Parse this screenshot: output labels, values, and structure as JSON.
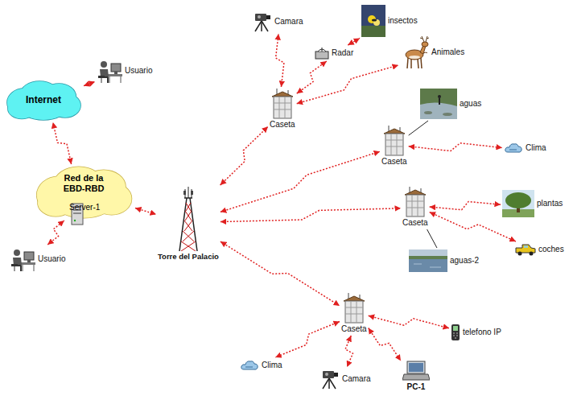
{
  "diagram": {
    "nodes": [
      {
        "text": [
          "Camara"
        ]
      },
      {
        "text": [
          "insectos"
        ]
      },
      {
        "text": [
          "Radar"
        ]
      },
      {
        "text": [
          "Animales"
        ]
      },
      {
        "text": [
          "Internet"
        ]
      },
      {
        "text": [
          "Usuario"
        ]
      },
      {
        "text": [
          "Caseta"
        ]
      },
      {
        "text": [
          "aguas"
        ]
      },
      {
        "text": [
          "Caseta"
        ]
      },
      {
        "text": [
          "Clima"
        ]
      },
      {
        "text": [
          "Red de la EBD-RBD"
        ]
      },
      {
        "text": [
          "Server-1"
        ],
        "in": 10
      },
      {
        "text": [
          "Caseta"
        ]
      },
      {
        "text": [
          "plantas"
        ]
      },
      {
        "text": [
          "Torre del Palacio"
        ]
      },
      {
        "text": [
          "Usuario"
        ]
      },
      {
        "text": [
          "aguas-2"
        ]
      },
      {
        "text": [
          "coches"
        ]
      },
      {
        "text": [
          "Caseta"
        ]
      },
      {
        "text": [
          "telefono IP"
        ]
      },
      {
        "text": [
          "Clima"
        ]
      },
      {
        "text": [
          "Camara"
        ]
      },
      {
        "text": [
          "PC-1"
        ]
      }
    ],
    "edges": [
      {
        "from": 4,
        "to": 5,
        "arrow": "both"
      },
      {
        "from": 10,
        "to": 4,
        "arrow": "both"
      },
      {
        "from": 15,
        "to": 10,
        "arrow": "both"
      },
      {
        "from": 10,
        "to": 14,
        "arrow": "both"
      },
      {
        "from": 14,
        "to": 6,
        "arrow": "both"
      },
      {
        "from": 14,
        "to": 8,
        "arrow": "both"
      },
      {
        "from": 14,
        "to": 12,
        "arrow": "both"
      },
      {
        "from": 14,
        "to": 18,
        "arrow": "both"
      },
      {
        "from": 6,
        "to": 0,
        "arrow": "both"
      },
      {
        "from": 6,
        "to": 2,
        "arrow": "both"
      },
      {
        "from": 6,
        "to": 3,
        "arrow": "both"
      },
      {
        "from": 2,
        "to": 1,
        "arrow": "both"
      },
      {
        "from": 8,
        "to": 7,
        "arrow": "none"
      },
      {
        "from": 8,
        "to": 9,
        "arrow": "both"
      },
      {
        "from": 12,
        "to": 13,
        "arrow": "both"
      },
      {
        "from": 12,
        "to": 17,
        "arrow": "both"
      },
      {
        "from": 12,
        "to": 16,
        "arrow": "none"
      },
      {
        "from": 18,
        "to": 19,
        "arrow": "both"
      },
      {
        "from": 18,
        "to": 20,
        "arrow": "both"
      },
      {
        "from": 18,
        "to": 21,
        "arrow": "both"
      },
      {
        "from": 18,
        "to": 22,
        "arrow": "both"
      }
    ]
  }
}
